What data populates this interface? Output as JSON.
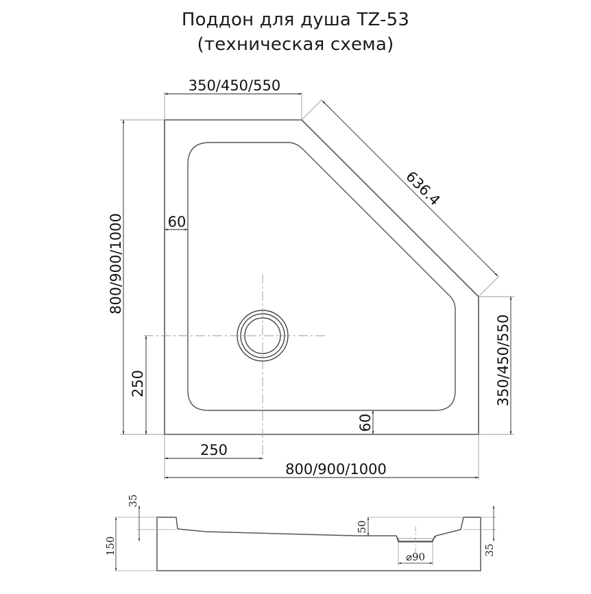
{
  "title": {
    "line1": "Поддон для душа TZ-53",
    "line2": "(техническая схема)"
  },
  "plan_view": {
    "top_width": "350/450/550",
    "diagonal_length": "636.4",
    "left_height": "800/900/1000",
    "right_height": "350/450/550",
    "bottom_width": "800/900/1000",
    "rim_left": "60",
    "rim_bottom": "60",
    "drain_offset_x": "250",
    "drain_offset_y": "250"
  },
  "section_view": {
    "total_height": "150",
    "rim_height_left": "35",
    "rim_height_right": "35",
    "drain_depth": "50",
    "drain_diameter": "⌀90"
  },
  "colors": {
    "outline": "#555555",
    "dimension": "#9a9a9a",
    "text": "#111111"
  }
}
